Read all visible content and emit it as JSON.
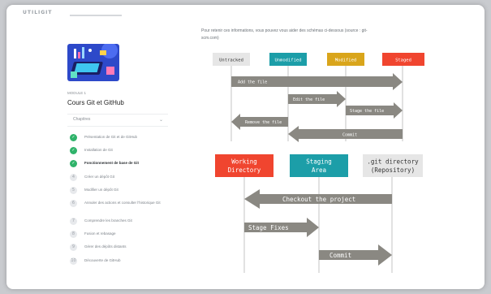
{
  "header": {
    "brand": "UTILIGIT"
  },
  "sidebar": {
    "module_label": "MODULE 1",
    "course_title": "Cours Git et GitHub",
    "chapters_label": "Chapitres",
    "chapters": [
      {
        "label": "Présentation de Git et de GitHub",
        "status": "done"
      },
      {
        "label": "Installation de Git",
        "status": "done"
      },
      {
        "label": "Fonctionnement de base de Git",
        "status": "done",
        "active": true
      },
      {
        "label": "Créer un dépôt Git",
        "status": "todo"
      },
      {
        "label": "Modifier un dépôt Git",
        "status": "todo"
      },
      {
        "label": "Annuler des actions et consulter l'historique Git",
        "status": "todo"
      },
      {
        "label": "Comprendre les branches Git",
        "status": "todo"
      },
      {
        "label": "Fusion et rebasage",
        "status": "todo"
      },
      {
        "label": "Gérer des dépôts distants",
        "status": "todo"
      },
      {
        "label": "Découverte de GitHub",
        "status": "todo"
      }
    ]
  },
  "content": {
    "intro_line1": "Pour retenir ces informations, vous pouvez vous aider des schémas ci-dessous (source : git-",
    "intro_line2": "scm.com)",
    "diagram1": {
      "states": [
        {
          "label": "Untracked",
          "color": "#e6e6e6",
          "text_color": "#333333"
        },
        {
          "label": "Unmodified",
          "color": "#1c9ea8",
          "text_color": "#ffffff"
        },
        {
          "label": "Modified",
          "color": "#d9a51b",
          "text_color": "#ffffff"
        },
        {
          "label": "Staged",
          "color": "#f0452f",
          "text_color": "#ffffff"
        }
      ],
      "arrows": [
        {
          "label": "Add the file"
        },
        {
          "label": "Edit the file"
        },
        {
          "label": "Stage the file"
        },
        {
          "label": "Remove the file"
        },
        {
          "label": "Commit"
        }
      ]
    },
    "diagram2": {
      "areas": [
        {
          "line1": "Working",
          "line2": "Directory",
          "color": "#f0452f",
          "text_color": "#ffffff"
        },
        {
          "line1": "Staging",
          "line2": "Area",
          "color": "#1c9ea8",
          "text_color": "#ffffff"
        },
        {
          "line1": ".git directory",
          "line2": "(Repository)",
          "color": "#e6e6e6",
          "text_color": "#333333"
        }
      ],
      "arrows": [
        {
          "label": "Checkout the project"
        },
        {
          "label": "Stage Fixes"
        },
        {
          "label": "Commit"
        }
      ]
    },
    "arrow_color": "#8a8882"
  }
}
